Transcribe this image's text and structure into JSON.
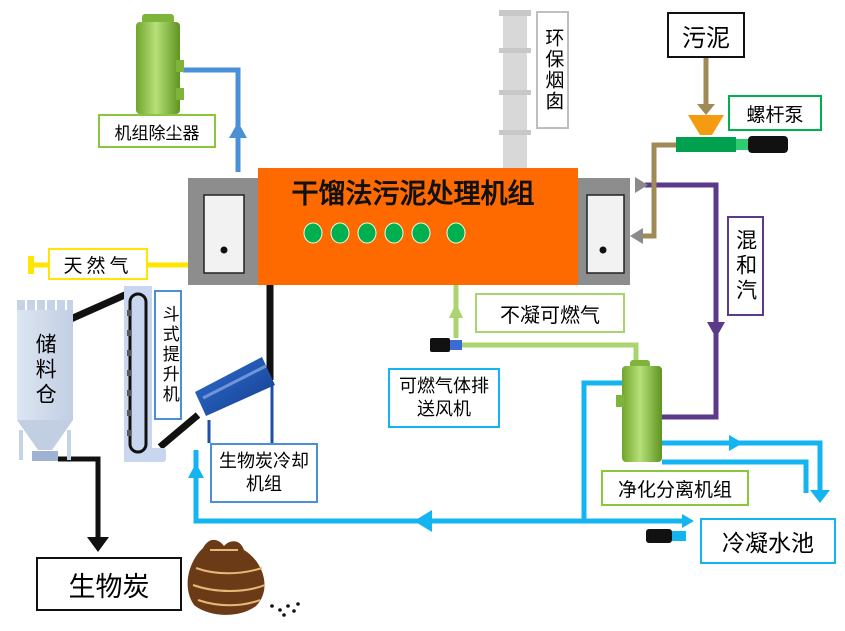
{
  "main_unit": {
    "title": "干馏法污泥处理机组"
  },
  "labels": {
    "dust_collector": "机组除尘器",
    "chimney": "环保烟囱",
    "sludge": "污泥",
    "screw_pump": "螺杆泵",
    "natural_gas": "天然气",
    "mixed_steam": "混和汽",
    "noncondensable_gas": "不凝可燃气",
    "gas_fan": "可燃气体排送风机",
    "storage_silo": "储料仓",
    "bucket_elevator": "斗式提升机",
    "biochar_cooler": "生物炭冷却机组",
    "purification_unit": "净化分离机组",
    "condensate_pool": "冷凝水池",
    "biochar": "生物炭"
  },
  "colors": {
    "furnace": "#ff6a00",
    "equipment_green": "#8cc63f",
    "gas_line": "#ffe600",
    "steam_line": "#5b3a8c",
    "noncondensable_line": "#a9d46f",
    "water_line": "#13b4ef",
    "air_line": "#4a90d9",
    "sludge_line": "#a08a55",
    "burner": "#00b050"
  },
  "icons": [
    "filter-icon",
    "chimney-icon",
    "hopper-icon",
    "pump-icon",
    "fan-icon",
    "silo-icon",
    "elevator-icon",
    "conveyor-icon",
    "separator-icon",
    "biochar-bag-icon"
  ]
}
